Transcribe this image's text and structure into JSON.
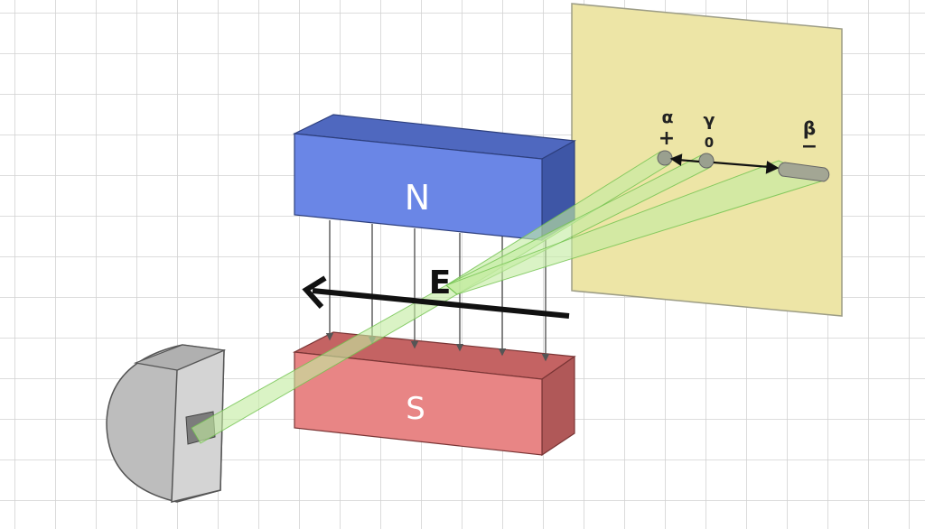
{
  "diagram": {
    "magnet_north_label": "N",
    "magnet_south_label": "S",
    "field_label": "E",
    "screen_labels": {
      "alpha": {
        "symbol": "α",
        "charge": "+"
      },
      "gamma": {
        "symbol": "γ",
        "charge": "0"
      },
      "beta": {
        "symbol": "β",
        "charge": "−"
      }
    }
  },
  "colors": {
    "background": "#ffffff",
    "grid": "#d2d2d2",
    "north_front": "#6a86e6",
    "north_top": "#4f68bf",
    "north_side": "#3e56a6",
    "south_front": "#e88585",
    "south_top": "#c46363",
    "south_side": "#b05858",
    "screen": "#ede5a6",
    "beam_fill": "#c4eba2",
    "beam_stroke": "#6fc24c",
    "source_gray": "#c8c8c8",
    "arrow": "#111111"
  }
}
